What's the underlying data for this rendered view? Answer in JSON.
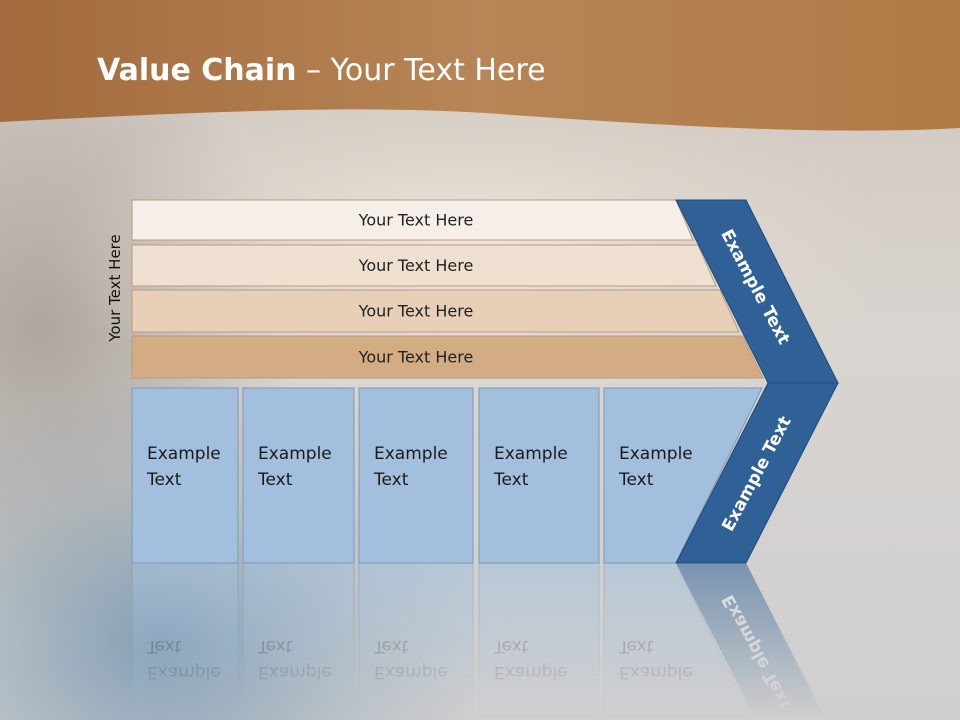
{
  "title": {
    "bold": "Value Chain",
    "rest": " – Your Text Here"
  },
  "side_label": "Your Text Here",
  "bands": [
    {
      "label": "Your Text Here"
    },
    {
      "label": "Your Text Here"
    },
    {
      "label": "Your Text Here"
    },
    {
      "label": "Your Text Here"
    }
  ],
  "cells": [
    {
      "line1": "Example",
      "line2": "Text"
    },
    {
      "line1": "Example",
      "line2": "Text"
    },
    {
      "line1": "Example",
      "line2": "Text"
    },
    {
      "line1": "Example",
      "line2": "Text"
    },
    {
      "line1": "Example",
      "line2": "Text"
    }
  ],
  "chevron": {
    "upper_label": "Example Text",
    "lower_label": "Example Text"
  },
  "colors": {
    "header": "#b07a45",
    "bands": [
      "#f6efe9",
      "#efe0d1",
      "#e8cfb7",
      "#d4ac84"
    ],
    "cells": "#a2c0dd",
    "chevron": "#2f6196"
  }
}
